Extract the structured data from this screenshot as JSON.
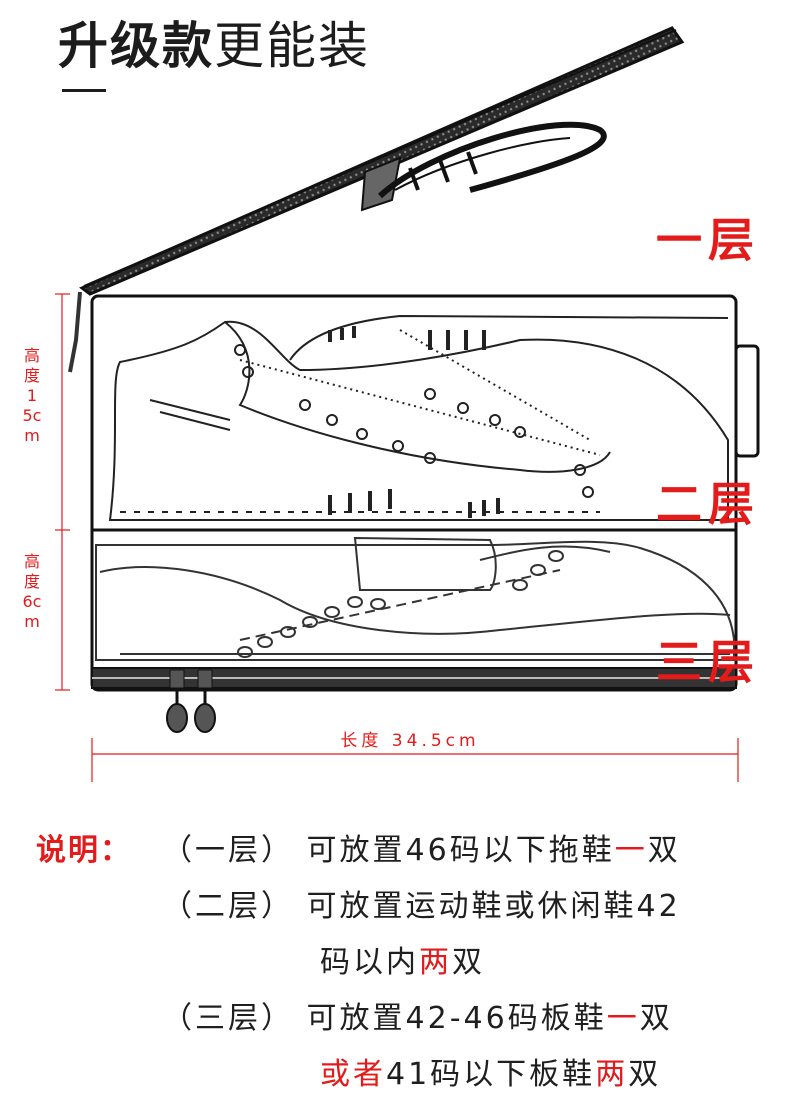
{
  "title": {
    "bold": "升级款",
    "light": "更能装"
  },
  "layers": {
    "one": "一层",
    "two": "二层",
    "three": "三层"
  },
  "dimensions": {
    "height_top": "高度 15cm",
    "height_bottom": "高度 6cm",
    "length": "长度 34.5cm"
  },
  "description": {
    "key": "说明：",
    "rows": [
      {
        "tag": "（一层）",
        "parts": [
          "可放置46码以下拖鞋",
          "一",
          "双"
        ]
      },
      {
        "tag": "（二层）",
        "parts": [
          "可放置运动鞋或休闲鞋42"
        ]
      },
      {
        "tag": "",
        "parts": [
          "码以内",
          "两",
          "双"
        ]
      },
      {
        "tag": "（三层）",
        "parts": [
          "可放置42-46码板鞋",
          "一",
          "双"
        ]
      },
      {
        "tag": "",
        "parts": [
          "或者",
          "41码以下板鞋",
          "两",
          "双"
        ]
      }
    ]
  },
  "colors": {
    "accent": "#e31b1b",
    "ink": "#1c1c1c"
  }
}
